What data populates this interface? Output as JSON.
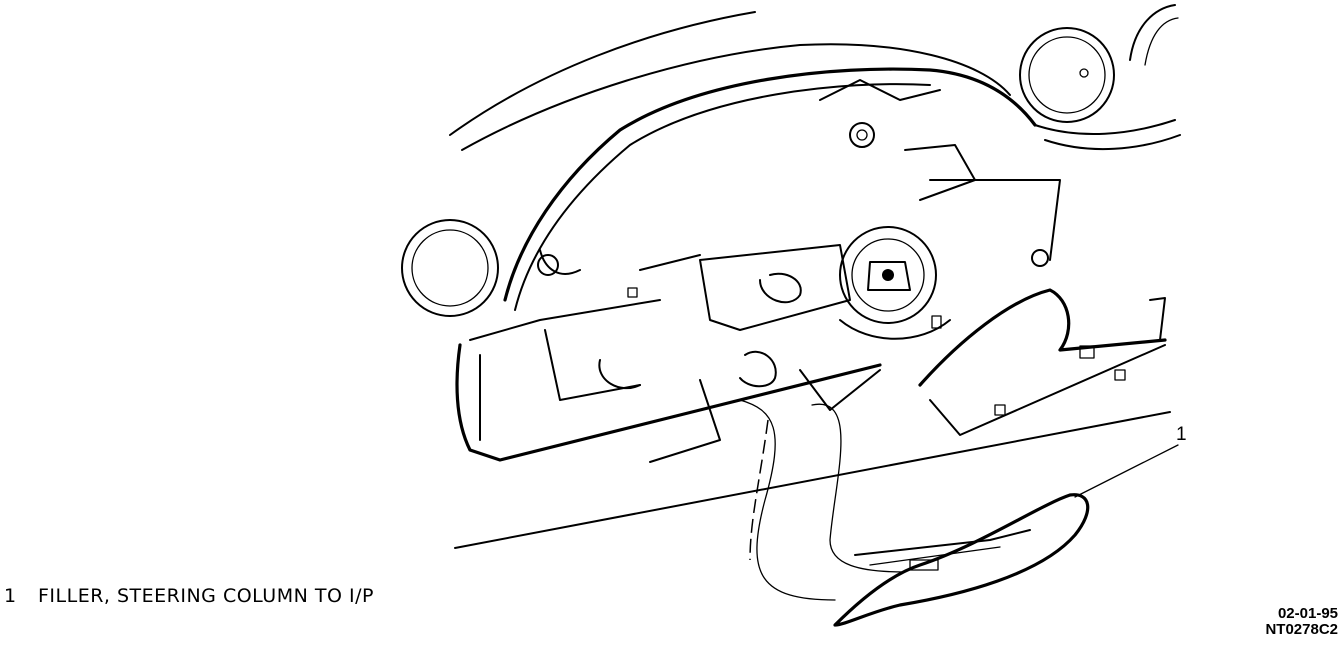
{
  "callout": {
    "number": "1"
  },
  "legend": {
    "items": [
      {
        "number": "1",
        "label": "FILLER, STEERING COLUMN TO I/P"
      }
    ]
  },
  "reference": {
    "date": "02-01-95",
    "code": "NT0278C2"
  }
}
